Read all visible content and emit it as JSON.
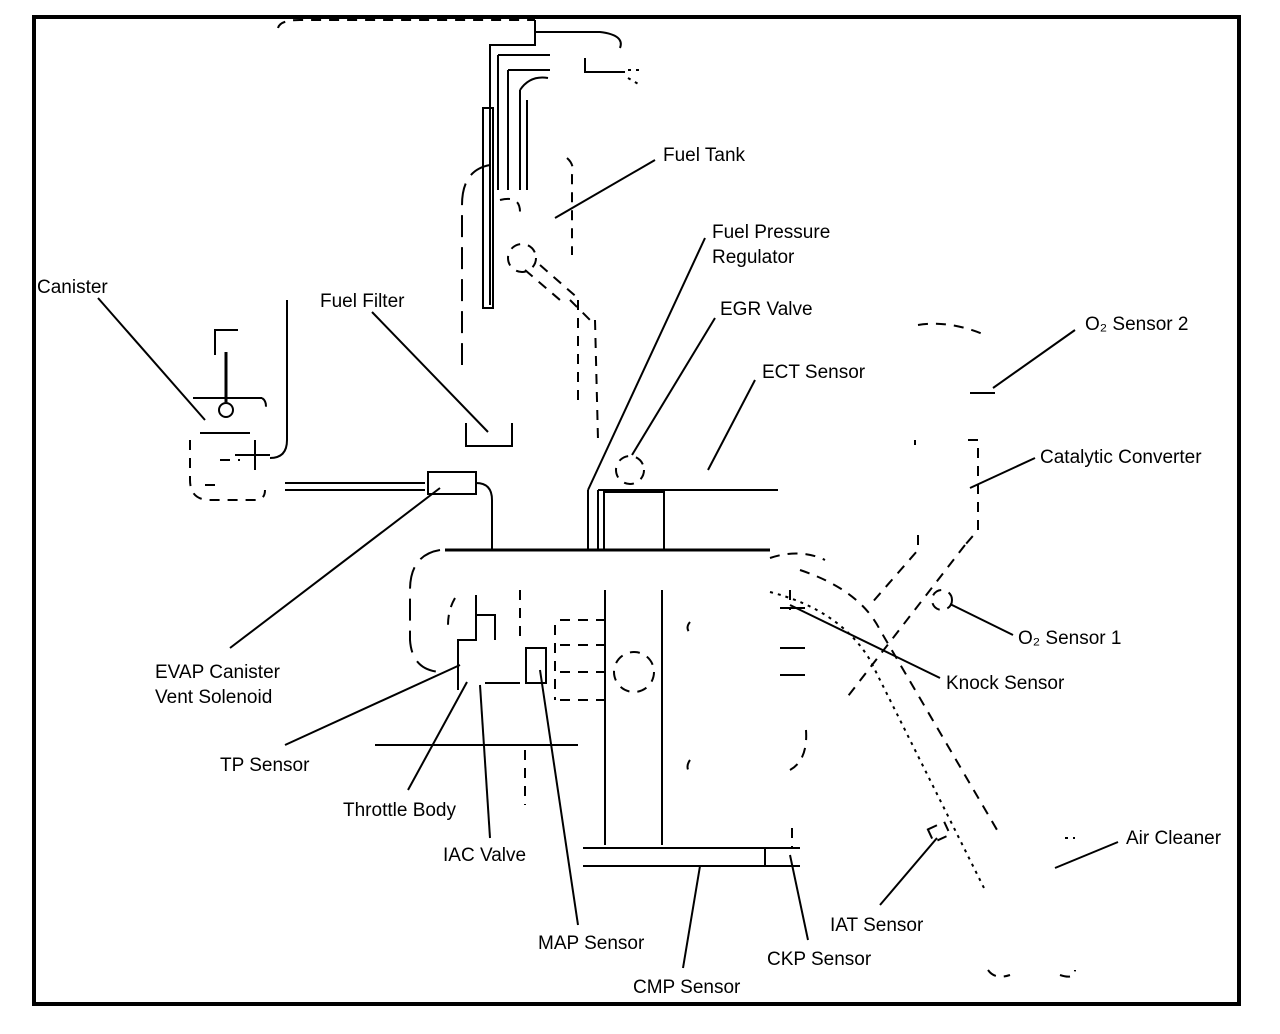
{
  "labels": {
    "fuel_tank": "Fuel Tank",
    "fuel_pressure_regulator_1": "Fuel Pressure",
    "fuel_pressure_regulator_2": "Regulator",
    "egr_valve": "EGR Valve",
    "ect_sensor": "ECT Sensor",
    "o2_sensor_2": "O₂ Sensor 2",
    "catalytic_converter": "Catalytic Converter",
    "canister": "Canister",
    "fuel_filter": "Fuel Filter",
    "o2_sensor_1": "O₂ Sensor 1",
    "knock_sensor": "Knock Sensor",
    "evap_1": "EVAP Canister",
    "evap_2": "Vent Solenoid",
    "tp_sensor": "TP Sensor",
    "throttle_body": "Throttle Body",
    "iac_valve": "IAC Valve",
    "map_sensor": "MAP Sensor",
    "cmp_sensor": "CMP Sensor",
    "ckp_sensor": "CKP Sensor",
    "iat_sensor": "IAT Sensor",
    "air_cleaner": "Air Cleaner"
  }
}
